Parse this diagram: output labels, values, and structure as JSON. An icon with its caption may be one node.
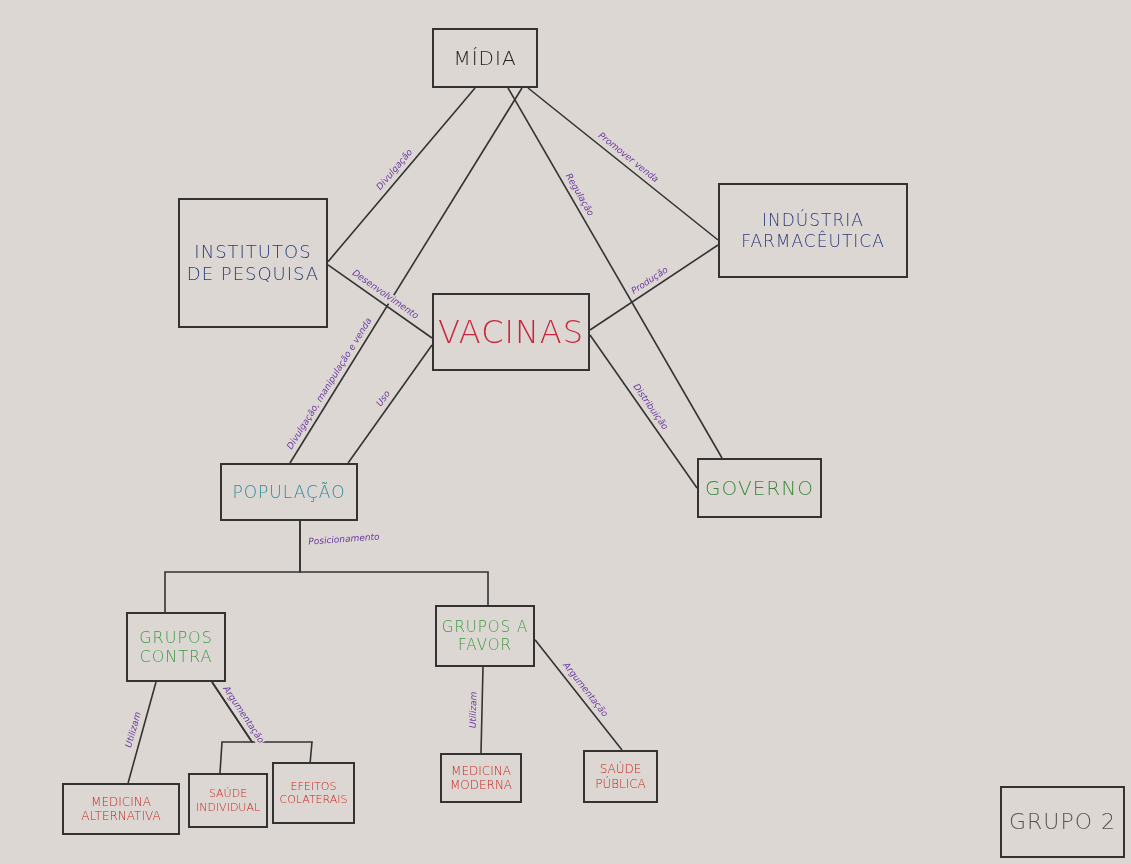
{
  "diagram": {
    "nodes": [
      {
        "text": [
          "MÍDIA"
        ]
      },
      {
        "text": [
          "INSTITUTOS DE PESQUISA"
        ]
      },
      {
        "text": [
          "INDÚSTRIA FARMACÊUTICA"
        ]
      },
      {
        "text": [
          "VACINAS"
        ]
      },
      {
        "text": [
          "POPULAÇÃO"
        ]
      },
      {
        "text": [
          "GOVERNO"
        ]
      },
      {
        "text": [
          "GRUPOS CONTRA"
        ]
      },
      {
        "text": [
          "GRUPOS A FAVOR"
        ]
      },
      {
        "text": [
          "MEDICINA ALTERNATIVA"
        ]
      },
      {
        "text": [
          "SAÚDE INDIVIDUAL"
        ]
      },
      {
        "text": [
          "EFEITOS COLATERAIS"
        ]
      },
      {
        "text": [
          "MEDICINA MODERNA"
        ]
      },
      {
        "text": [
          "SAÚDE PÚBLICA"
        ]
      },
      {
        "text": [
          "GRUPO 2"
        ]
      }
    ],
    "edges": [
      {
        "from": 0,
        "to": 1,
        "arrow": "none",
        "label": "Divulgação"
      },
      {
        "from": 0,
        "to": 4,
        "arrow": "none",
        "label": "Divulgação, manipulação e venda"
      },
      {
        "from": 0,
        "to": 5,
        "arrow": "none",
        "label": "Regulação"
      },
      {
        "from": 0,
        "to": 2,
        "arrow": "none",
        "label": "Promover venda"
      },
      {
        "from": 1,
        "to": 3,
        "arrow": "none",
        "label": "Desenvolvimento"
      },
      {
        "from": 2,
        "to": 3,
        "arrow": "none",
        "label": "Produção"
      },
      {
        "from": 3,
        "to": 5,
        "arrow": "none",
        "label": "Distribuição"
      },
      {
        "from": 3,
        "to": 4,
        "arrow": "none",
        "label": "Uso"
      },
      {
        "from": 4,
        "to": 6,
        "arrow": "none",
        "label": "Posicionamento"
      },
      {
        "from": 4,
        "to": 7,
        "arrow": "none"
      },
      {
        "from": 6,
        "to": 8,
        "arrow": "none",
        "label": "Utilizam"
      },
      {
        "from": 6,
        "to": 9,
        "arrow": "none",
        "label": "Argumentação"
      },
      {
        "from": 6,
        "to": 10,
        "arrow": "none"
      },
      {
        "from": 7,
        "to": 11,
        "arrow": "none",
        "label": "Utilizam"
      },
      {
        "from": 7,
        "to": 12,
        "arrow": "none",
        "label": "Argumentação"
      }
    ]
  }
}
